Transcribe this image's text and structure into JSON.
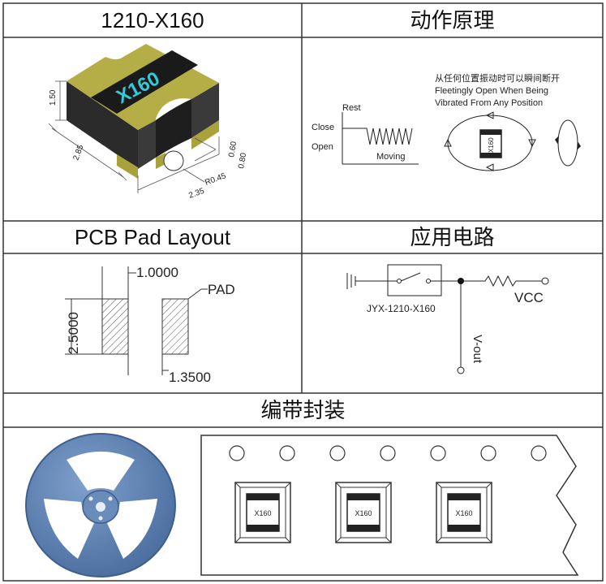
{
  "sections": {
    "top_left_title": "1210-X160",
    "top_right_title": "动作原理",
    "mid_left_title": "PCB Pad Layout",
    "mid_right_title": "应用电路",
    "bottom_title": "编带封装"
  },
  "part": {
    "marking": "X160",
    "dims": {
      "height": "1.50",
      "length": "2.85",
      "radius": "R0.45",
      "width": "2.35",
      "slot": "0.80",
      "slot_depth": "0.60"
    }
  },
  "principle": {
    "cn_caption": "从任何位置振动时可以瞬间断开",
    "en_caption_line1": "Fleetingly Open When Being",
    "en_caption_line2": "Vibrated From Any Position",
    "rest_label": "Rest",
    "close_label": "Close",
    "open_label": "Open",
    "moving_label": "Moving",
    "chip_label": "X160"
  },
  "pcb": {
    "pad_width": "1.0000",
    "pad_height": "2.5000",
    "pad_gap": "1.3500",
    "pad_label": "PAD"
  },
  "circuit": {
    "part_label": "JYX-1210-X160",
    "vcc_label": "VCC",
    "vout_label": "V-out"
  },
  "tape": {
    "chips": [
      "X160",
      "X160",
      "X160"
    ]
  },
  "colors": {
    "body_dark": "#2a2a2a",
    "body_olive": "#a9a23c",
    "marking_cyan": "#35c9d8",
    "reel_blue": "#5b7fb0",
    "grid_line": "#333333"
  }
}
